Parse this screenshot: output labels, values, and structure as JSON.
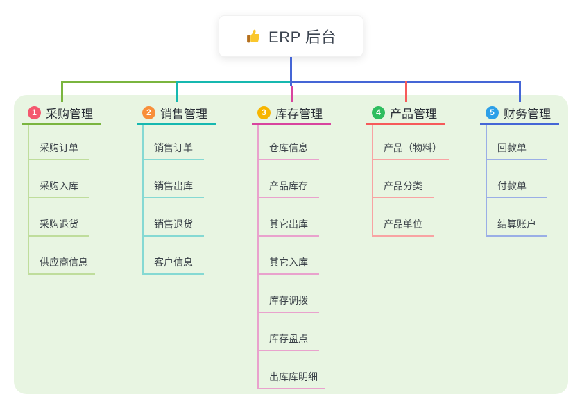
{
  "root": {
    "label": "ERP 后台",
    "icon": "thumbs-up-icon"
  },
  "connector_color": "#4566D6",
  "branches": [
    {
      "number": "1",
      "label": "采购管理",
      "badge_color": "#F4586E",
      "line_color": "#7AB53F",
      "light_color": "#BFDD9C",
      "children": [
        "采购订单",
        "采购入库",
        "采购退货",
        "供应商信息"
      ]
    },
    {
      "number": "2",
      "label": "销售管理",
      "badge_color": "#F88F3A",
      "line_color": "#16B8B0",
      "light_color": "#85D9D3",
      "children": [
        "销售订单",
        "销售出库",
        "销售退货",
        "客户信息"
      ]
    },
    {
      "number": "3",
      "label": "库存管理",
      "badge_color": "#F7B500",
      "line_color": "#D8449E",
      "light_color": "#E9A2CD",
      "children": [
        "仓库信息",
        "产品库存",
        "其它出库",
        "其它入库",
        "库存调拨",
        "库存盘点",
        "出库库明细"
      ]
    },
    {
      "number": "4",
      "label": "产品管理",
      "badge_color": "#2FBD5F",
      "line_color": "#F65A5A",
      "light_color": "#F8A3A3",
      "children": [
        "产品（物料）",
        "产品分类",
        "产品单位"
      ]
    },
    {
      "number": "5",
      "label": "财务管理",
      "badge_color": "#2C9FE8",
      "line_color": "#4566D6",
      "light_color": "#9AAEE6",
      "children": [
        "回款单",
        "付款单",
        "结算账户"
      ]
    }
  ]
}
